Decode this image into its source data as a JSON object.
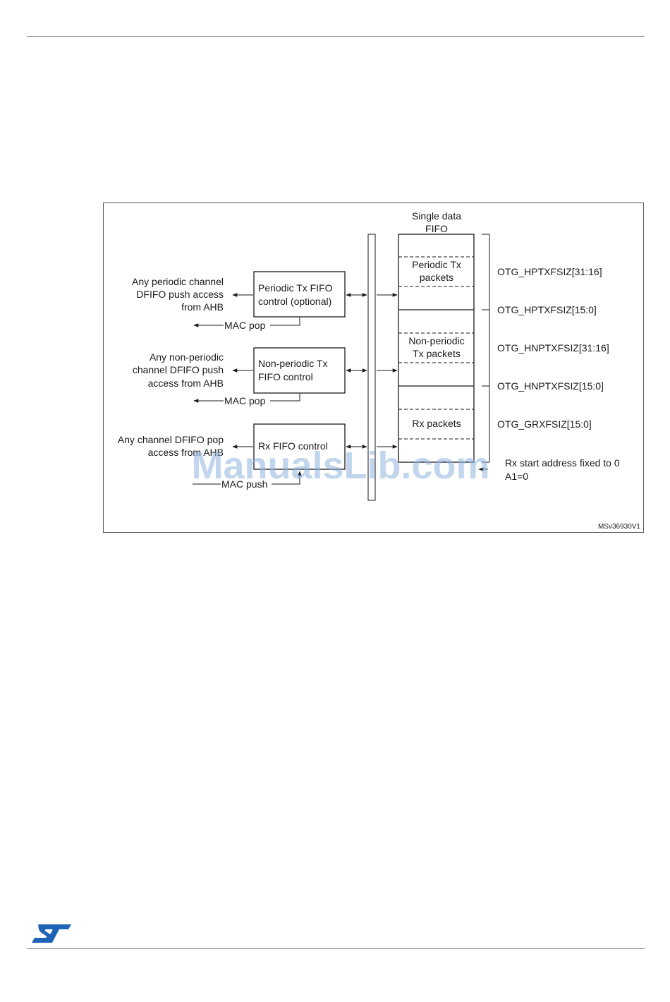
{
  "diagram": {
    "fifo_title": [
      "Single data",
      "FIFO"
    ],
    "left_labels": {
      "periodic": [
        "Any periodic channel",
        "DFIFO push access",
        "from AHB"
      ],
      "nonperiodic": [
        "Any non-periodic",
        "channel DFIFO push",
        "access from AHB"
      ],
      "rx": [
        "Any channel DFIFO pop",
        "access from AHB"
      ]
    },
    "control_boxes": {
      "periodic": [
        "Periodic Tx FIFO",
        "control (optional)"
      ],
      "nonperiodic": [
        "Non-periodic Tx",
        "FIFO control"
      ],
      "rx": [
        "Rx FIFO control"
      ]
    },
    "mac_labels": {
      "pop1": "MAC pop",
      "pop2": "MAC pop",
      "push": "MAC push"
    },
    "fifo_sections": {
      "periodic": [
        "Periodic Tx",
        "packets"
      ],
      "nonperiodic": [
        "Non-periodic",
        "Tx packets"
      ],
      "rx": [
        "Rx packets"
      ]
    },
    "registers": {
      "hptx_hi": "OTG_HPTXFSIZ[31:16]",
      "hptx_lo": "OTG_HPTXFSIZ[15:0]",
      "hnptx_hi": "OTG_HNPTXFSIZ[31:16]",
      "hnptx_lo": "OTG_HNPTXFSIZ[15:0]",
      "grx": "OTG_GRXFSIZ[15:0]"
    },
    "rx_start": [
      "Rx start address fixed to 0",
      "A1=0"
    ],
    "figure_id": "MSv36930V1"
  },
  "watermark": "ManualsLib.com",
  "logo_text": "ST"
}
